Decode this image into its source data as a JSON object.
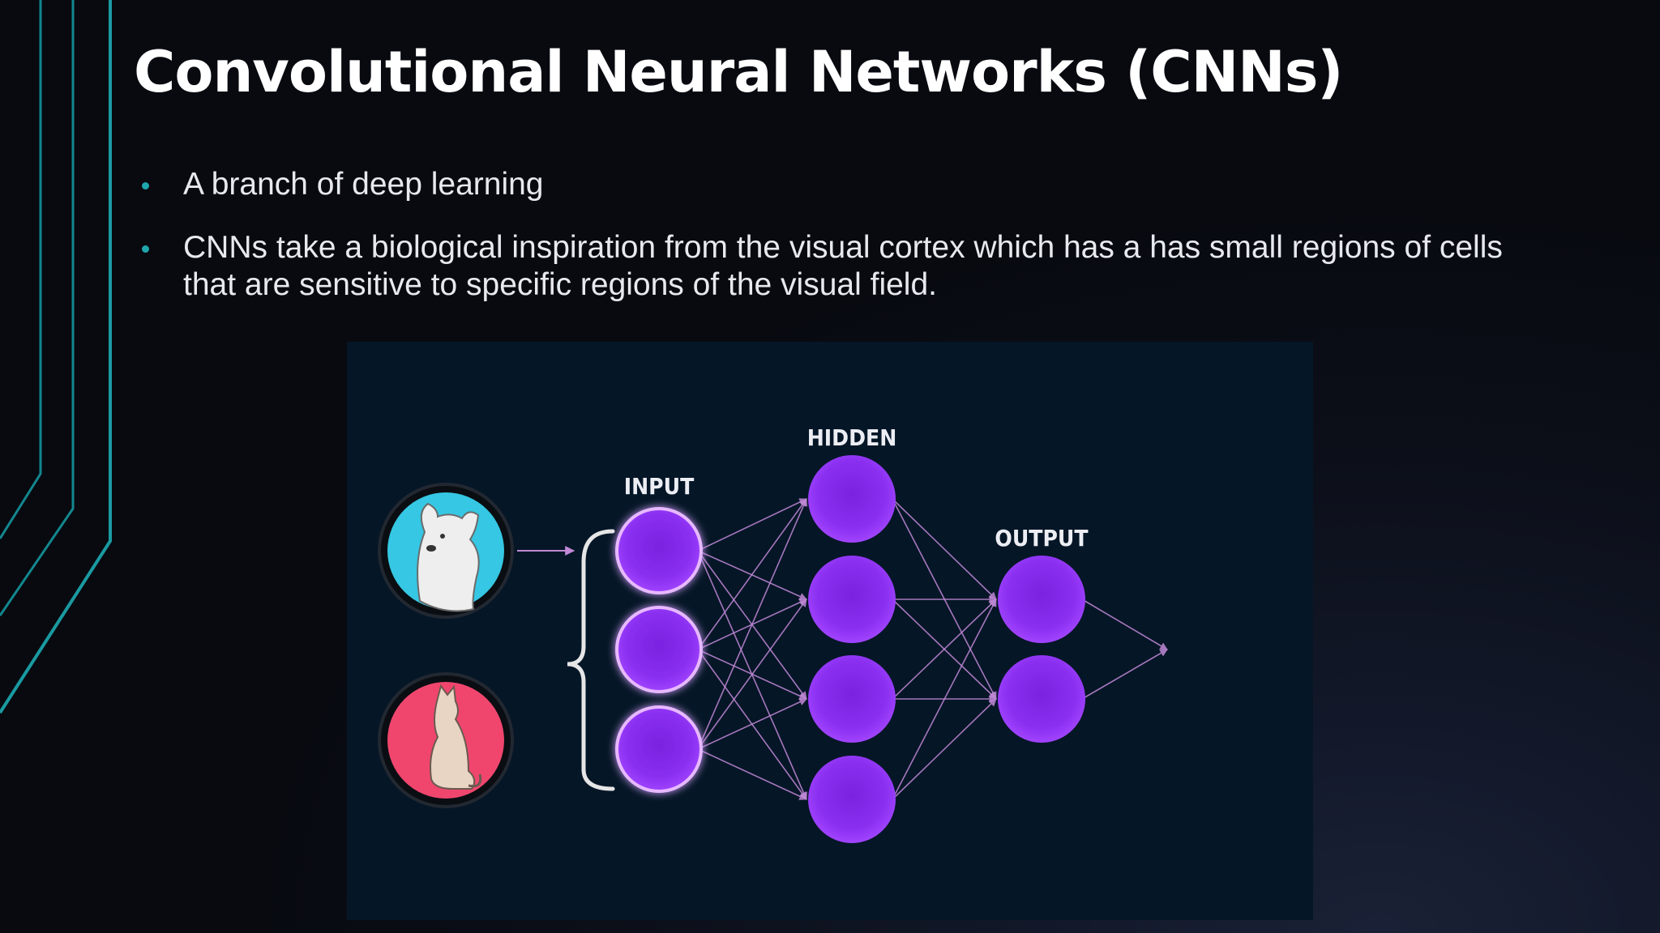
{
  "slide": {
    "title": "Convolutional Neural Networks (CNNs)",
    "bullets": [
      "A branch of deep learning",
      "CNNs take a biological inspiration from the visual cortex which has a has small regions of cells that are sensitive to specific regions of the visual field."
    ]
  },
  "diagram": {
    "labels": {
      "input": "INPUT",
      "hidden": "HIDDEN",
      "output": "OUTPUT"
    },
    "layers": {
      "input_nodes": 3,
      "hidden_nodes": 4,
      "output_nodes": 2
    },
    "samples": [
      {
        "name": "dog",
        "background": "#35c7e3"
      },
      {
        "name": "cat",
        "background": "#f0466e"
      }
    ],
    "colors": {
      "node": "#8b2ff0",
      "node_glow": "#e7b8ff",
      "connection": "#c189d6",
      "panel": "#051627",
      "bracket": "#e6e6e6"
    }
  },
  "theme": {
    "accent": "#1fa6ad",
    "title_color": "#ffffff",
    "text_color": "#e6e9ee"
  }
}
